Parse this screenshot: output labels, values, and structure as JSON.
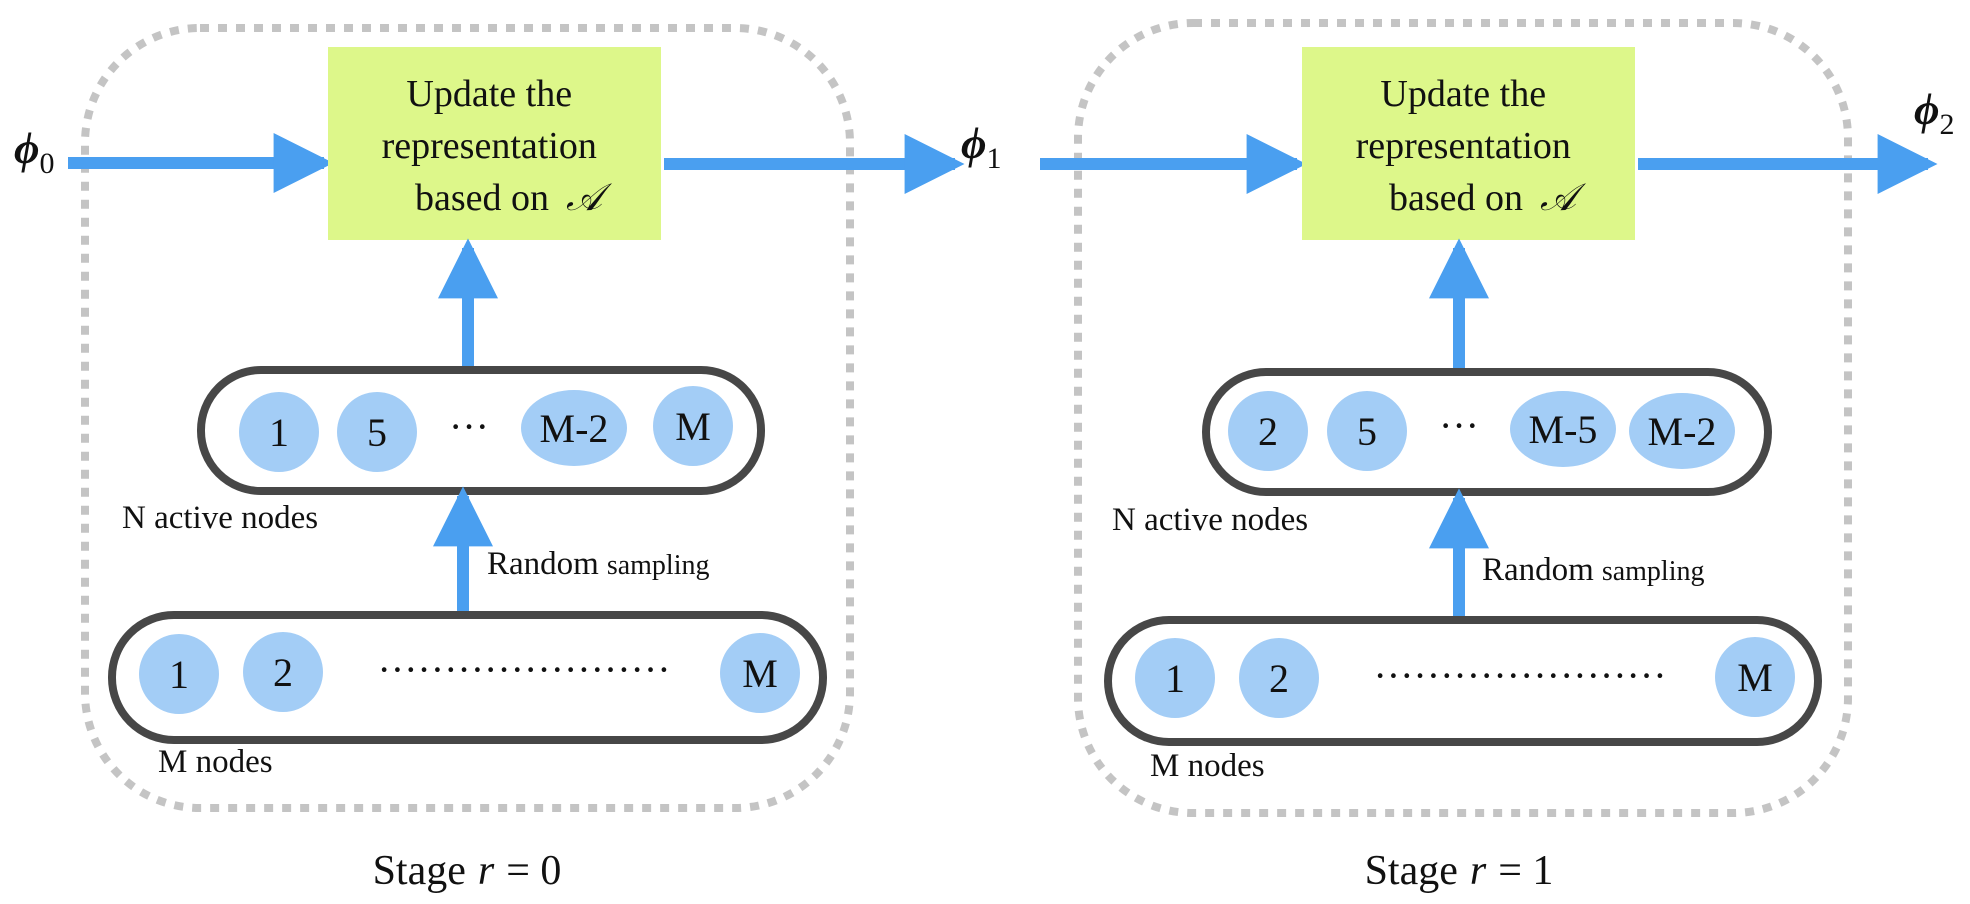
{
  "colors": {
    "arrow": "#4a9ff0",
    "node_fill": "#a3cdf6",
    "update_fill": "#ddf78a",
    "pill_stroke": "#474747",
    "dashed_stroke": "#c4c4c4"
  },
  "phi": [
    {
      "symbol": "ϕ",
      "sub": "0"
    },
    {
      "symbol": "ϕ",
      "sub": "1"
    },
    {
      "symbol": "ϕ",
      "sub": "2"
    }
  ],
  "stages": [
    {
      "update_lines": [
        "Update the",
        "representation",
        "based on"
      ],
      "script_a": "𝒜",
      "active_nodes": [
        "1",
        "5",
        "M-2",
        "M"
      ],
      "active_ellipsis": "···",
      "active_label": "N active nodes",
      "sampling_main": "Random",
      "sampling_small": "sampling",
      "all_nodes": [
        "1",
        "2",
        "M"
      ],
      "all_ellipsis": "······················",
      "all_label": "M nodes",
      "stage_prefix": "Stage",
      "stage_var": "r",
      "stage_eq": "= 0"
    },
    {
      "update_lines": [
        "Update the",
        "representation",
        "based on"
      ],
      "script_a": "𝒜",
      "active_nodes": [
        "2",
        "5",
        "M-5",
        "M-2"
      ],
      "active_ellipsis": "···",
      "active_label": "N active nodes",
      "sampling_main": "Random",
      "sampling_small": "sampling",
      "all_nodes": [
        "1",
        "2",
        "M"
      ],
      "all_ellipsis": "······················",
      "all_label": "M nodes",
      "stage_prefix": "Stage",
      "stage_var": "r",
      "stage_eq": "= 1"
    }
  ]
}
